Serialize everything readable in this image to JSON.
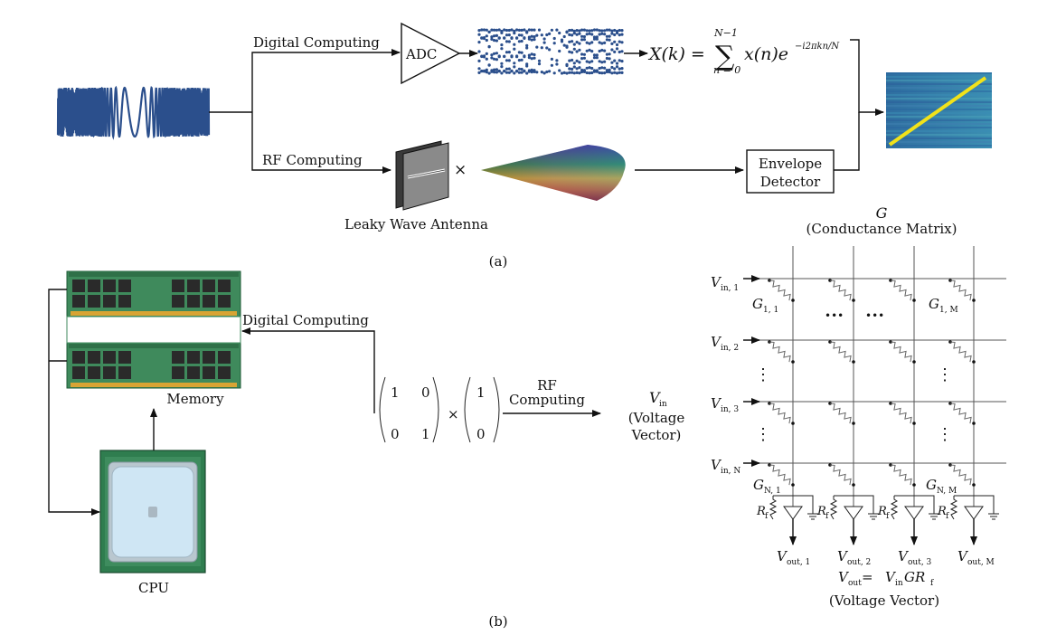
{
  "panel_a": {
    "caption": "(a)",
    "digital_label": "Digital Computing",
    "adc_label": "ADC",
    "dft": {
      "lhs": "X(k) =",
      "upper": "N−1",
      "sum": "∑",
      "lower": "n = 0",
      "term": "x(n)e",
      "exponent": "−i2πkn/N"
    },
    "rf_label": "RF Computing",
    "antenna_label": "Leaky Wave Antenna",
    "multiply_symbol": "×",
    "envelope_line1": "Envelope",
    "envelope_line2": "Detector"
  },
  "panel_b": {
    "caption": "(b)",
    "memory_label": "Memory",
    "cpu_label": "CPU",
    "digital_label": "Digital Computing",
    "matrix": {
      "r1c1": "1",
      "r1c2": "0",
      "r2c1": "0",
      "r2c2": "1"
    },
    "times": "×",
    "vector": {
      "v1": "1",
      "v2": "0"
    },
    "rf_line1": "RF",
    "rf_line2": "Computing",
    "vin_symbol": "V",
    "vin_sub": "in",
    "vin_line2": "(Voltage",
    "vin_line3": "Vector)",
    "g_symbol": "G",
    "g_caption": "(Conductance Matrix)",
    "row_inputs": [
      {
        "sym": "V",
        "sub": "in, 1"
      },
      {
        "sym": "V",
        "sub": "in, 2"
      },
      {
        "sym": "V",
        "sub": "in, 3"
      },
      {
        "sym": "V",
        "sub": "in, N"
      }
    ],
    "g_labels": [
      {
        "sym": "G",
        "sub": "1, 1"
      },
      {
        "sym": "G",
        "sub": "1, M"
      },
      {
        "sym": "G",
        "sub": "N, 1"
      },
      {
        "sym": "G",
        "sub": "N, M"
      }
    ],
    "rf_resistor": {
      "sym": "R",
      "sub": "f"
    },
    "outputs": [
      {
        "sym": "V",
        "sub": "out, 1"
      },
      {
        "sym": "V",
        "sub": "out, 2"
      },
      {
        "sym": "V",
        "sub": "out, 3"
      },
      {
        "sym": "V",
        "sub": "out, M"
      }
    ],
    "equation": {
      "lhs": "V",
      "lhs_sub": "out",
      "eq": " = ",
      "r1": "V",
      "r1_sub": "in",
      "r2": "GR",
      "r2_sub": "f"
    },
    "out_caption": "(Voltage Vector)",
    "ellipsis": "•••",
    "vdots": "⋮"
  },
  "colors": {
    "signal_blue": "#2b4f8c",
    "memory_green": "#3f8a5c",
    "chip_black": "#2a2a2a",
    "contact_gold": "#d8a434",
    "cpu_substrate": "#2f7d4f",
    "cpu_die": "#cfe6f4",
    "heatmap_line": "#f1e21a"
  }
}
